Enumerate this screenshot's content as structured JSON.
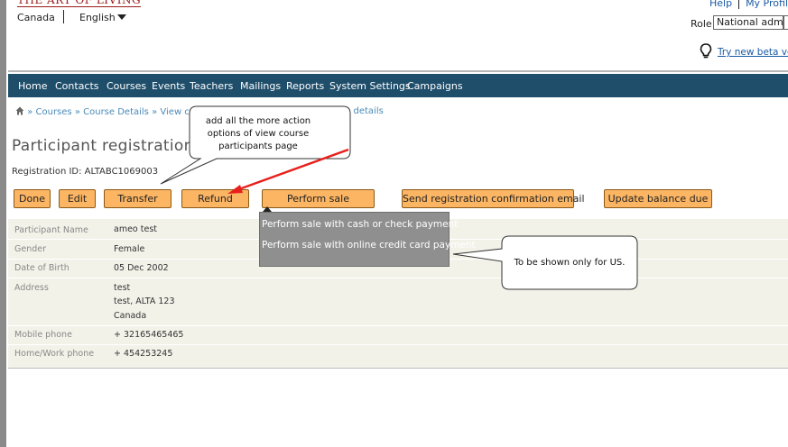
{
  "header": {
    "logo_text": "THE ART OF LIVING",
    "country": "Canada",
    "language": "English",
    "top_links": [
      "Help",
      "My Profil"
    ],
    "role_label": "Role",
    "role_value": "National admin",
    "beta_link": "Try new beta ver"
  },
  "nav": {
    "items": [
      "Home",
      "Contacts",
      "Courses",
      "Events",
      "Teachers",
      "Mailings",
      "Reports",
      "System Settings",
      "Campaigns"
    ]
  },
  "breadcrumb": {
    "prefix": "»",
    "items": [
      "Courses",
      "Course Details",
      "View cours"
    ],
    "tail": "tration details"
  },
  "page": {
    "title": "Participant registration d",
    "registration_id": "Registration ID: ALTABC1069003"
  },
  "actions": {
    "buttons": [
      "Done",
      "Edit",
      "Transfer",
      "Refund",
      "Perform sale",
      "Send registration confirmation email",
      "Update balance due"
    ]
  },
  "details": {
    "rows": [
      {
        "label": "Participant Name",
        "value": [
          "ameo test"
        ]
      },
      {
        "label": "Gender",
        "value": [
          "Female"
        ]
      },
      {
        "label": "Date of Birth",
        "value": [
          "05 Dec 2002"
        ]
      },
      {
        "label": "Address",
        "value": [
          "test",
          "test, ALTA 123",
          "Canada"
        ]
      },
      {
        "label": "Mobile phone",
        "value": [
          "+ 32165465465"
        ]
      },
      {
        "label": "Home/Work phone",
        "value": [
          "+ 454253245"
        ]
      }
    ]
  },
  "perform_sale_menu": {
    "items": [
      "Perform sale with cash or check payment",
      "Perform sale with online credit card payment"
    ]
  },
  "annotations": {
    "callout_top": "add all the more action options of view course participants page",
    "callout_right": "To be shown only for US."
  },
  "colors": {
    "nav_bg": "#1f4e6b",
    "button_bg": "#fbb563",
    "link": "#1a5aa6",
    "arrow": "#e8201c",
    "dropdown_bg": "#8f8f8f"
  }
}
